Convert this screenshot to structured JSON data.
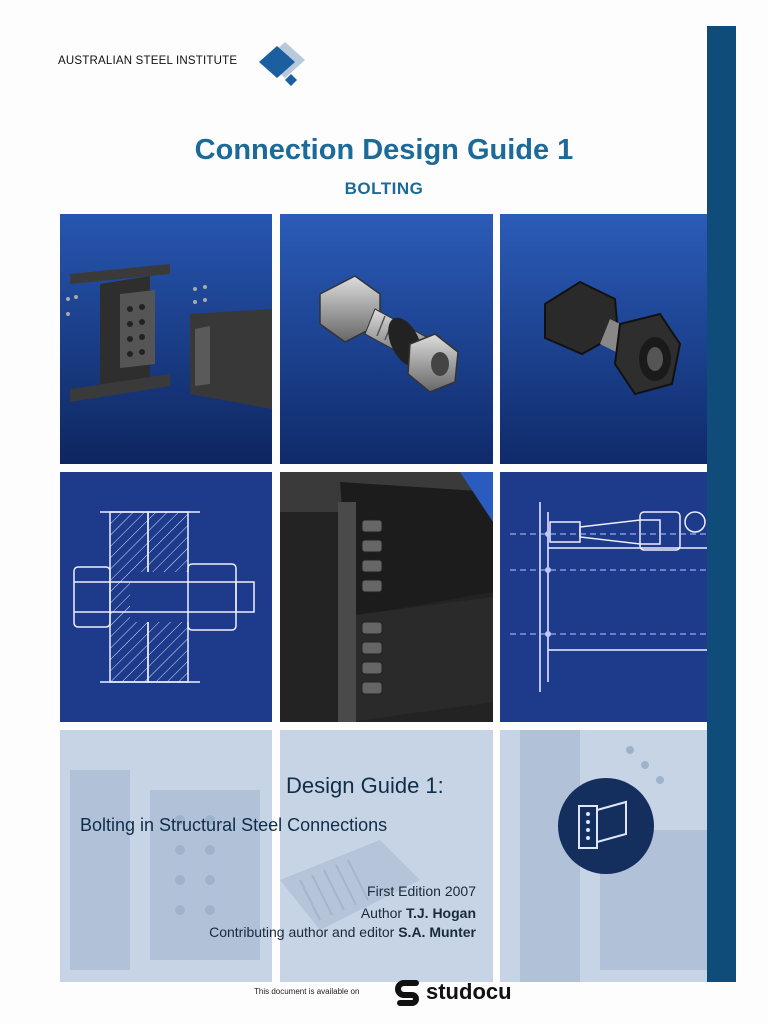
{
  "publisher": "AUSTRALIAN STEEL INSTITUTE",
  "title": "Connection Design Guide 1",
  "subtitle": "BOLTING",
  "guide_title": "Design Guide 1:",
  "guide_subtitle": "Bolting in Structural Steel Connections",
  "edition": "First Edition 2007",
  "author_label": "Author",
  "author_name": "T.J. Hogan",
  "contrib_label": "Contributing author and editor",
  "contrib_name": "S.A. Munter",
  "footer_text": "This document is available on",
  "footer_brand": "studocu",
  "icons": {
    "logo": "asi-diamond-logo",
    "studocu": "studocu-s-logo",
    "badge": "connection-badge-icon"
  },
  "colors": {
    "accent": "#1b6a99",
    "sidebar": "#0f4c7a",
    "tile_blue": "#1d3f8e",
    "tile_light": "#c9d6e6"
  }
}
